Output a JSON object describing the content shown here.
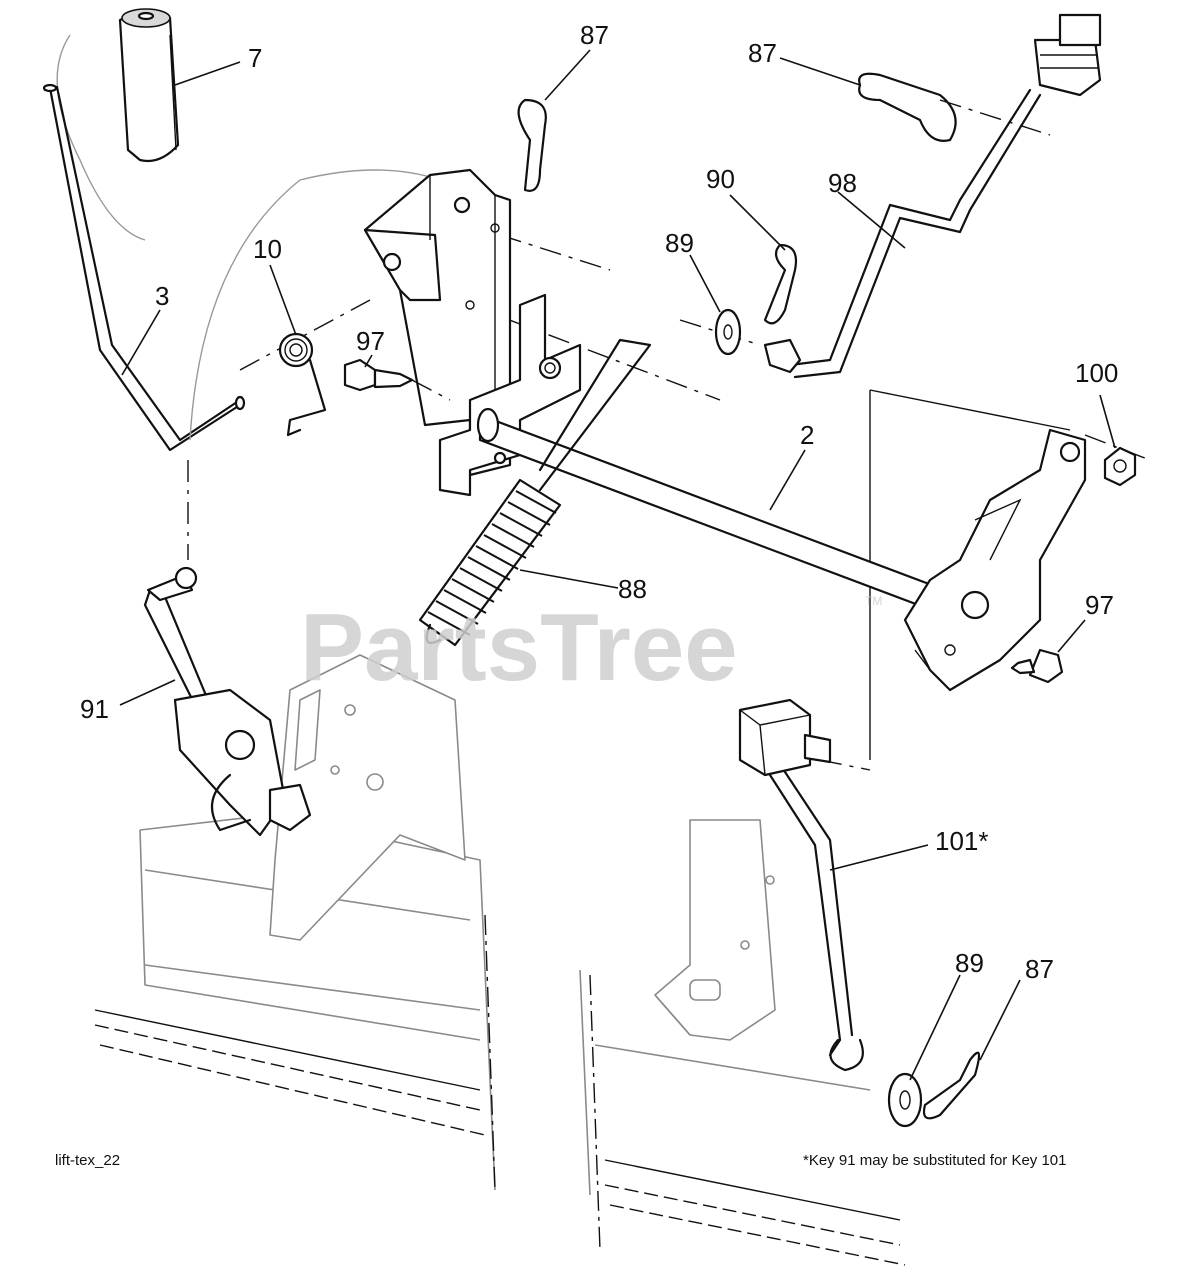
{
  "callouts": {
    "c7": "7",
    "c87_top": "87",
    "c87_right": "87",
    "c90": "90",
    "c98": "98",
    "c89_top": "89",
    "c10": "10",
    "c3": "3",
    "c97_left": "97",
    "c100": "100",
    "c2": "2",
    "c88": "88",
    "c97_right": "97",
    "c91": "91",
    "c101": "101*",
    "c89_bottom": "89",
    "c87_bottom": "87"
  },
  "watermark": {
    "text": "PartsTree",
    "tm": "TM"
  },
  "captions": {
    "figure_id": "lift-tex_22",
    "footnote": "*Key 91 may be substituted for Key 101"
  }
}
